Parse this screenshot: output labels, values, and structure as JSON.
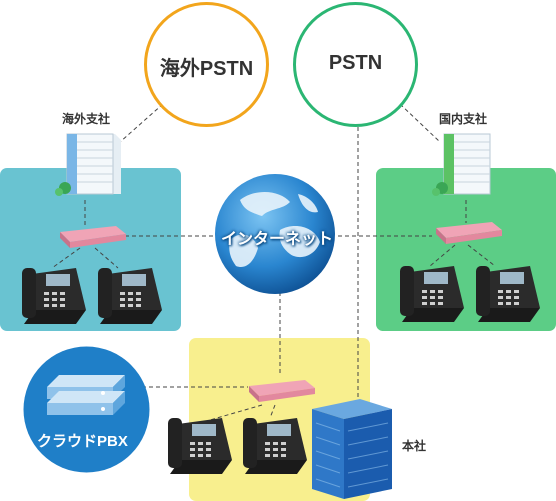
{
  "pstn_overseas": {
    "label": "海外PSTN",
    "ring_color": "#f2a51c"
  },
  "pstn_domestic": {
    "label": "PSTN",
    "ring_color": "#2bb673"
  },
  "branch_overseas": {
    "label": "海外支社",
    "zone_color": "#69c3d1"
  },
  "branch_domestic": {
    "label": "国内支社",
    "zone_color": "#5ccd86"
  },
  "headquarters": {
    "label": "本社",
    "zone_color": "#f8ef8e"
  },
  "internet": {
    "label": "インターネット"
  },
  "cloud_pbx": {
    "label": "クラウドPBX",
    "color": "#1f7fc8"
  }
}
